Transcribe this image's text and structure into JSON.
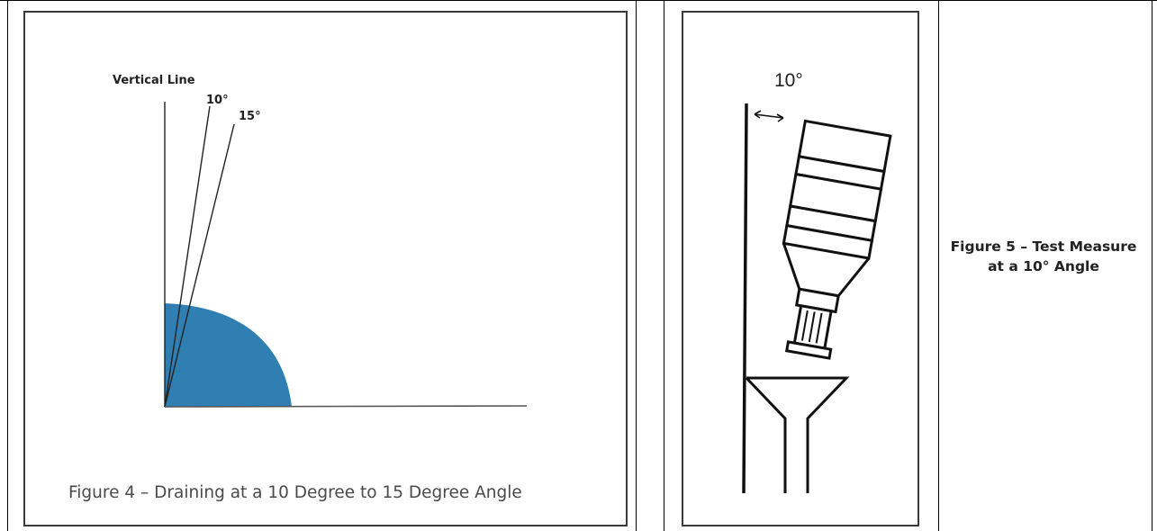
{
  "figure4": {
    "label_vertical": "Vertical Line",
    "label_10": "10°",
    "label_15": "15°",
    "caption": "Figure 4 – Draining at a 10 Degree to 15 Degree Angle",
    "fill_color": "#2f7fb3"
  },
  "figure5": {
    "label_angle": "10°",
    "caption": "Figure 5 – Test Measure at a 10° Angle"
  }
}
